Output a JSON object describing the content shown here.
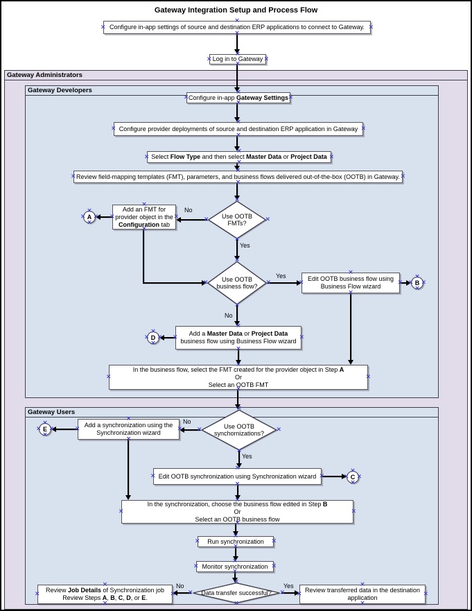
{
  "title": "Gateway Integration Setup and Process Flow",
  "containers": {
    "admins": {
      "label": "Gateway Administrators"
    },
    "developers": {
      "label": "Gateway Developers"
    },
    "users": {
      "label": "Gateway Users"
    }
  },
  "nodes": {
    "config_erp": {
      "text": "Configure in-app settings of source and destination ERP applications to connect to Gateway."
    },
    "login": {
      "text": "Log in to Gateway"
    },
    "gateway_settings": {
      "s0": "Configure in-app ",
      "b0": "Gateway Settings"
    },
    "provider_deployments": {
      "text": "Configure provider deployments of source and destination ERP application  in Gateway"
    },
    "select_flow": {
      "s0": "Select ",
      "b0": "Flow Type",
      "s1": " and then select ",
      "b1": "Master Data",
      "s2": " or ",
      "b2": "Project Data"
    },
    "review_fmt": {
      "text": "Review field-mapping templates (FMT), parameters, and business flows delivered out-of-the-box (OOTB) in Gateway."
    },
    "use_fmts": {
      "line1": "Use OOTB",
      "line2": "FMTs?"
    },
    "add_fmt": {
      "line1": "Add an FMT for",
      "line2": "provider object in the",
      "b0": "Configuration",
      "s0": " tab"
    },
    "use_bf": {
      "line1": "Use OOTB",
      "line2": "business flow?"
    },
    "edit_bf": {
      "line1": "Edit OOTB business flow using",
      "line2": "Business Flow wizard"
    },
    "add_bf": {
      "s0": "Add a ",
      "b0": "Master Data",
      "s1": " or ",
      "b1": "Project Data",
      "line2": "business flow using Business Flow wizard"
    },
    "in_bf": {
      "s0": "In the business flow, select the FMT created for the provider object in Step ",
      "b0": "A",
      "line2": "Or",
      "line3": "Select an OOTB FMT"
    },
    "use_sync": {
      "line1": "Use OOTB",
      "line2": "synchornizations?"
    },
    "add_sync": {
      "line1": "Add a synchronization using the",
      "line2": "Synchronization wizard"
    },
    "edit_sync": {
      "text": "Edit OOTB synchronization using Synchronization wizard"
    },
    "in_sync": {
      "s0": "In the synchronization, choose the business flow edited in Step ",
      "b0": "B",
      "line2": "Or",
      "line3": "Select an OOTB business flow"
    },
    "run_sync": {
      "text": "Run synchronization"
    },
    "monitor_sync": {
      "text": "Monitor synchronization"
    },
    "transfer_ok": {
      "text": "Data transfer successful?"
    },
    "review_job": {
      "s0": "Review ",
      "b0": "Job Details",
      "s1": " of Synchronization job",
      "s2": "Review Steps ",
      "bA": "A",
      "c0": ", ",
      "bB": "B",
      "c1": ", ",
      "bC": "C",
      "c2": ", ",
      "bD": "D",
      "c3": ", or ",
      "bE": "E",
      "c4": "."
    },
    "review_transferred": {
      "line1": "Review transferred data in the destination",
      "line2": "application"
    }
  },
  "connectors": {
    "A": "A",
    "B": "B",
    "C": "C",
    "D": "D",
    "E": "E"
  },
  "edge_labels": {
    "yes": "Yes",
    "no": "No"
  },
  "icons": {
    "connection_handle": "×"
  },
  "colors": {
    "lane_purple": "#e2dcea",
    "lane_blue": "#d8e2ef",
    "shape_fill": "#ffffff",
    "line_color": "#000000",
    "handle_blue": "#3b3bcd",
    "border_dark": "#3f3f4d"
  }
}
